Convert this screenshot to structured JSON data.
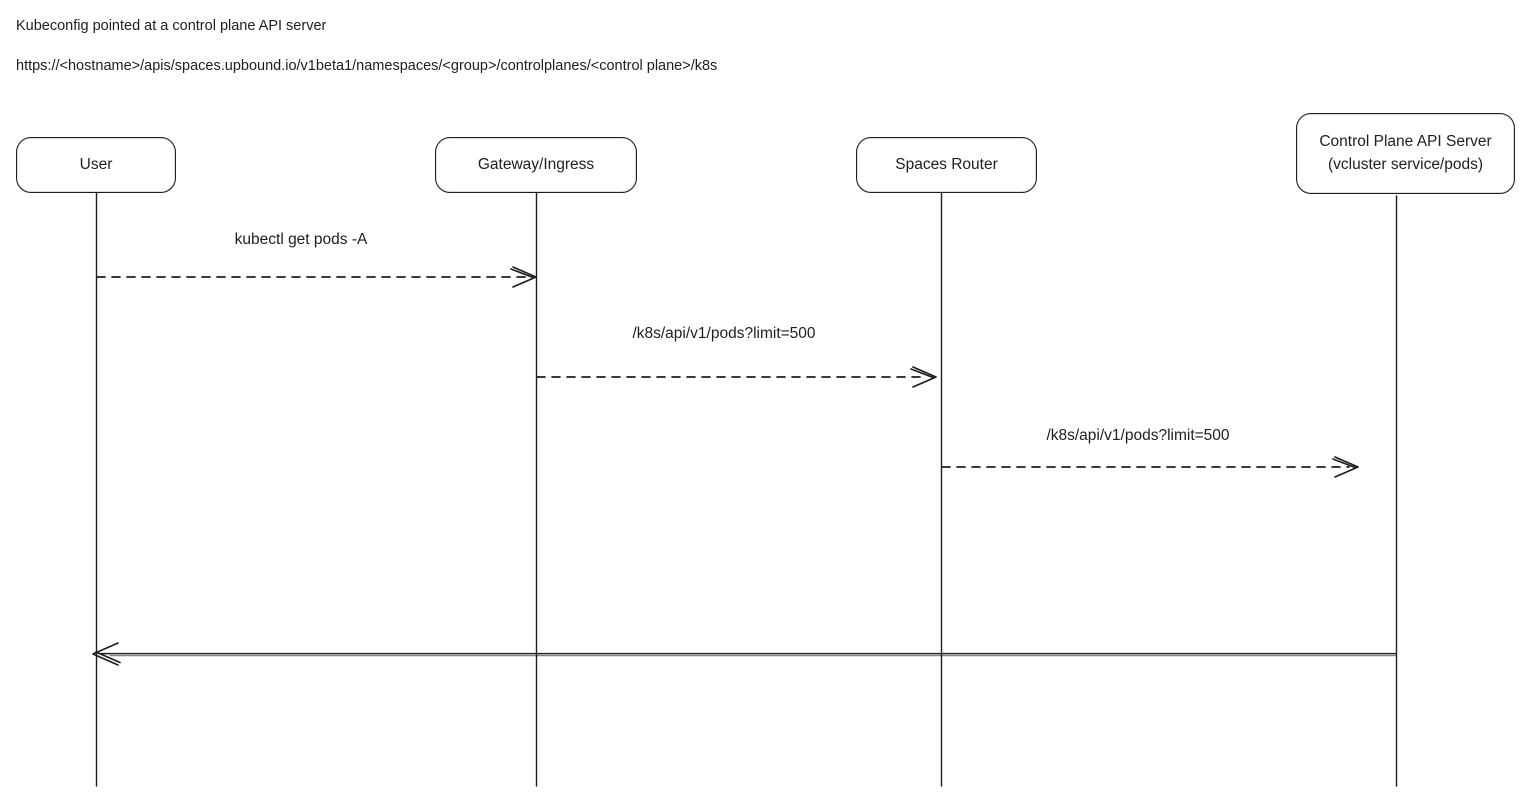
{
  "header": {
    "title": "Kubeconfig pointed at a control plane API server",
    "url": "https://<hostname>/apis/spaces.upbound.io/v1beta1/namespaces/<group>/controlplanes/<control plane>/k8s"
  },
  "colors": {
    "stroke": "#1e1e1e",
    "background": "#ffffff"
  },
  "diagram": {
    "type": "sequence",
    "actors": [
      {
        "label": "User"
      },
      {
        "label": "Gateway/Ingress"
      },
      {
        "label": "Spaces Router"
      },
      {
        "label": "Control Plane API Server",
        "sublabel": "(vcluster service/pods)"
      }
    ],
    "messages": [
      {
        "label": "kubectl get pods -A",
        "from": "User",
        "to": "Gateway/Ingress",
        "line": "dashed"
      },
      {
        "label": "/k8s/api/v1/pods?limit=500",
        "from": "Gateway/Ingress",
        "to": "Spaces Router",
        "line": "dashed"
      },
      {
        "label": "/k8s/api/v1/pods?limit=500",
        "from": "Spaces Router",
        "to": "Control Plane API Server",
        "line": "dashed"
      },
      {
        "label": "",
        "from": "Control Plane API Server",
        "to": "User",
        "line": "solid"
      }
    ]
  }
}
